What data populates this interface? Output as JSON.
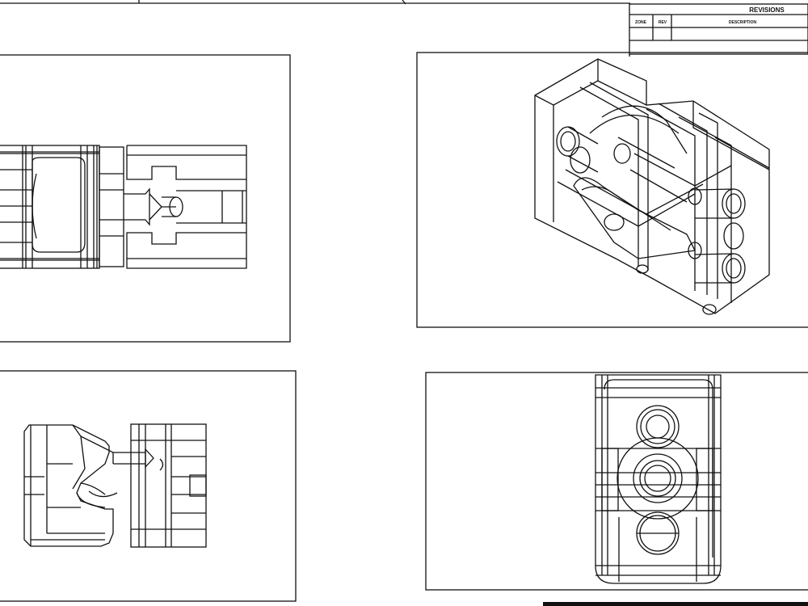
{
  "title_block": {
    "header": "REVISIONS",
    "col_zone": "ZONE",
    "col_rev": "REV",
    "col_description": "DESCRIPTION"
  },
  "views": [
    {
      "id": "top",
      "kind": "orthographic"
    },
    {
      "id": "isometric",
      "kind": "isometric"
    },
    {
      "id": "front",
      "kind": "orthographic"
    },
    {
      "id": "side",
      "kind": "orthographic"
    }
  ],
  "colors": {
    "line": "#111111",
    "paper": "#ffffff"
  }
}
